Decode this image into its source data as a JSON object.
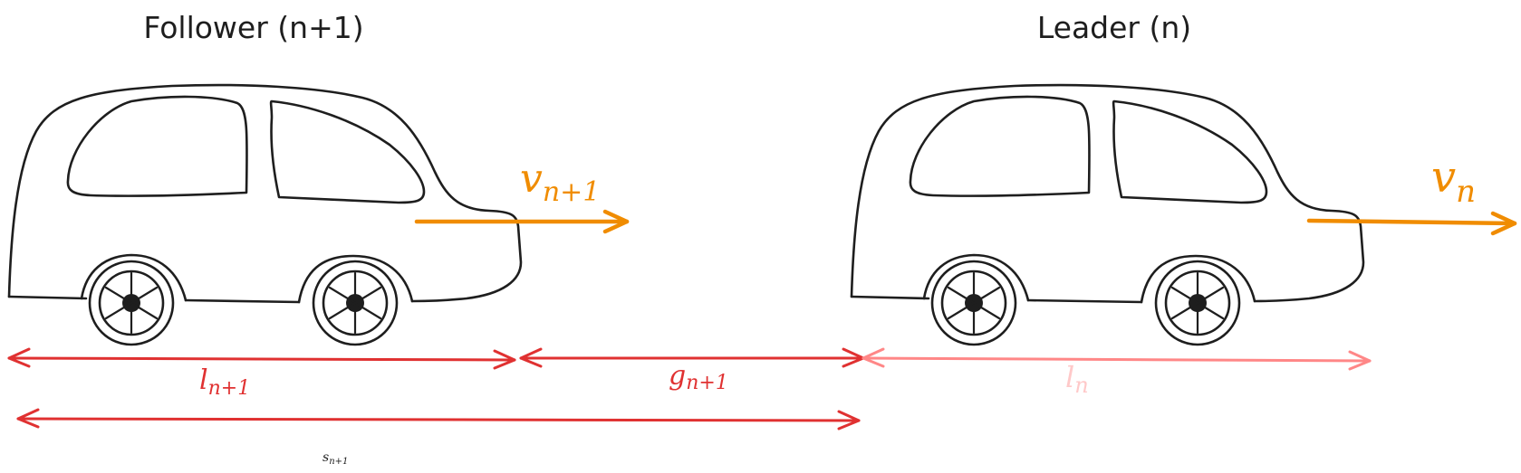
{
  "labels": {
    "follower": "Follower (n+1)",
    "leader": "Leader (n)"
  },
  "vectors": {
    "follower_velocity": {
      "base": "v",
      "sub": "n+1"
    },
    "leader_velocity": {
      "base": "v",
      "sub": "n"
    }
  },
  "dimensions": {
    "follower_length": {
      "base": "l",
      "sub": "n+1"
    },
    "gap": {
      "base": "g",
      "sub": "n+1"
    },
    "leader_length": {
      "base": "l",
      "sub": "n"
    },
    "spacing": {
      "base": "s",
      "sub": "n+1"
    }
  },
  "colors": {
    "velocity": "#f08c00",
    "dimension": "#e03131",
    "dimension_faded": "#ff8787",
    "dimension_faded_text": "#ffc9c9",
    "outline": "#1e1e1e"
  }
}
